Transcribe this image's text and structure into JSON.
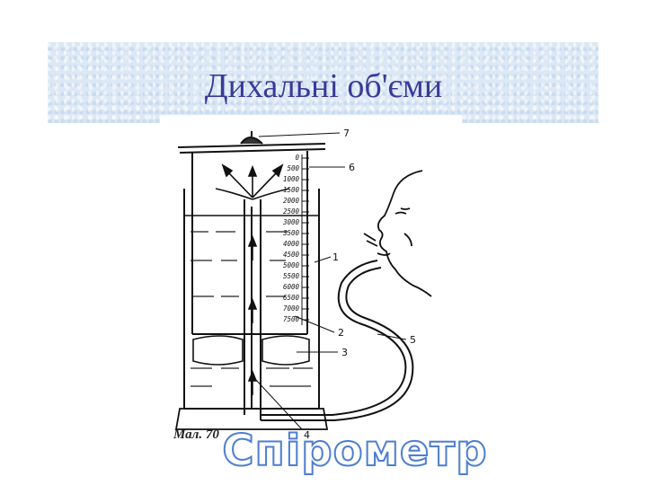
{
  "slide": {
    "title": "Дихальні об'єми",
    "subtitle": "Спірометр"
  },
  "figure": {
    "caption": "Мал. 70",
    "scale_labels": [
      "0",
      "500",
      "1000",
      "1500",
      "2000",
      "2500",
      "3000",
      "3500",
      "4000",
      "4500",
      "5000",
      "5500",
      "6000",
      "6500",
      "7000",
      "7500"
    ],
    "callouts": [
      "7",
      "6",
      "1",
      "2",
      "3",
      "4",
      "5"
    ]
  },
  "colors": {
    "title": "#3a3a98",
    "band": "#dce8f5",
    "subtitle_outline": "#4f7fcf"
  }
}
